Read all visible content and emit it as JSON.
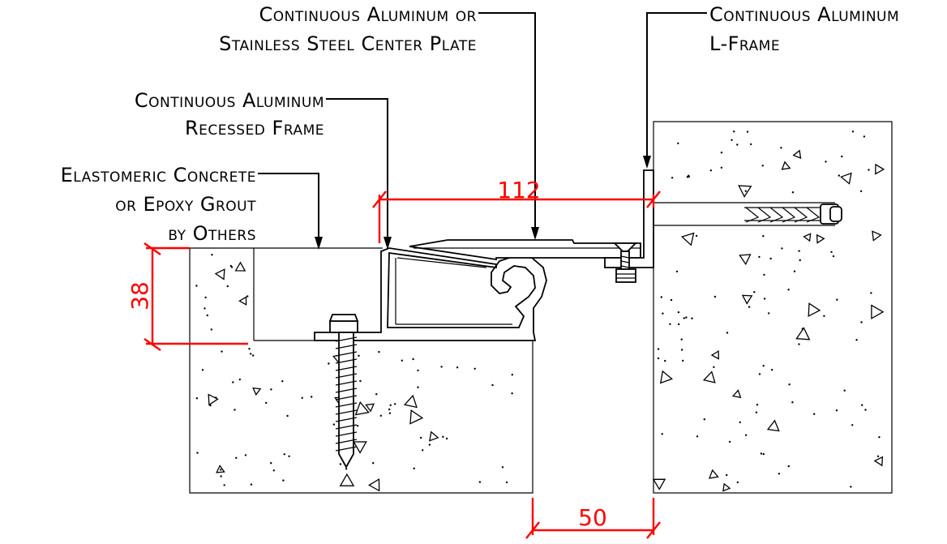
{
  "labels": {
    "center_plate_line1": "Continuous Aluminum or",
    "center_plate_line2": "Stainless Steel Center Plate",
    "l_frame_line1": "Continuous Aluminum",
    "l_frame_line2": "L-Frame",
    "recessed_frame_line1": "Continuous Aluminum",
    "recessed_frame_line2": "Recessed Frame",
    "grout_line1": "Elastomeric Concrete",
    "grout_line2": "or Epoxy Grout",
    "grout_line3": "by Others"
  },
  "dimensions": {
    "width": "112",
    "depth": "38",
    "gap": "50"
  },
  "colors": {
    "dimension": "#ff0000",
    "linework": "#000000",
    "background": "#ffffff"
  }
}
